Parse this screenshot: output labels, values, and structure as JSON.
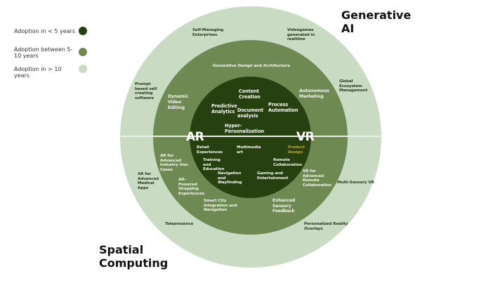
{
  "legend": {
    "items": [
      {
        "label": "Adoption in < 5 years",
        "color": "#27400f"
      },
      {
        "label": "Adoption between 5-10 years",
        "color": "#6e8a52"
      },
      {
        "label": "Adoption in > 10 years",
        "color": "#c9dbc3"
      }
    ]
  },
  "titles": {
    "generative_ai": "Generative AI",
    "generative_ai_line1": "Generative",
    "generative_ai_line2": "AI",
    "spatial_computing_line1": "Spatial",
    "spatial_computing_line2": "Computing"
  },
  "axis_labels": {
    "ar": "AR",
    "vr": "VR"
  },
  "generative_ai": {
    "under_5_years": [
      "Content Creation",
      "Predictive Analytics",
      "Document analysis",
      "Process Automation",
      "Hyper-Personalization"
    ],
    "between_5_10_years": [
      "Generative Design and Architecture",
      "Dynamic Video Editing",
      "Autonomous Marketing"
    ],
    "over_10_years": [
      "Self-Managing Enterprises",
      "Videogames generated in realtime",
      "Prompt based self creating software",
      "Global Ecosystem Management"
    ]
  },
  "spatial_computing": {
    "under_5_years": [
      "Retail Experiences",
      "Multimedia art",
      "Product Design",
      "Training and Education",
      "Remote Collaboration",
      "Navigation and Wayfinding",
      "Gaming and Entertainment"
    ],
    "between_5_10_years": [
      "AR for Advanced Industry Use-Cases",
      "AR-Powered Shopping Experiences",
      "Smart City Integration and Navigation",
      "Enhanced Sensory Feedback",
      "VR for Advanced Remote Collaboration"
    ],
    "over_10_years": [
      "AR for Advanced Medical Apps",
      "Telepresence",
      "Personalized Reality Overlays",
      "Multi-Sensory VR"
    ]
  },
  "colors": {
    "inner": "#27400f",
    "middle": "#6e8a52",
    "outer": "#c9dbc3",
    "highlight": "#c9a22a"
  }
}
